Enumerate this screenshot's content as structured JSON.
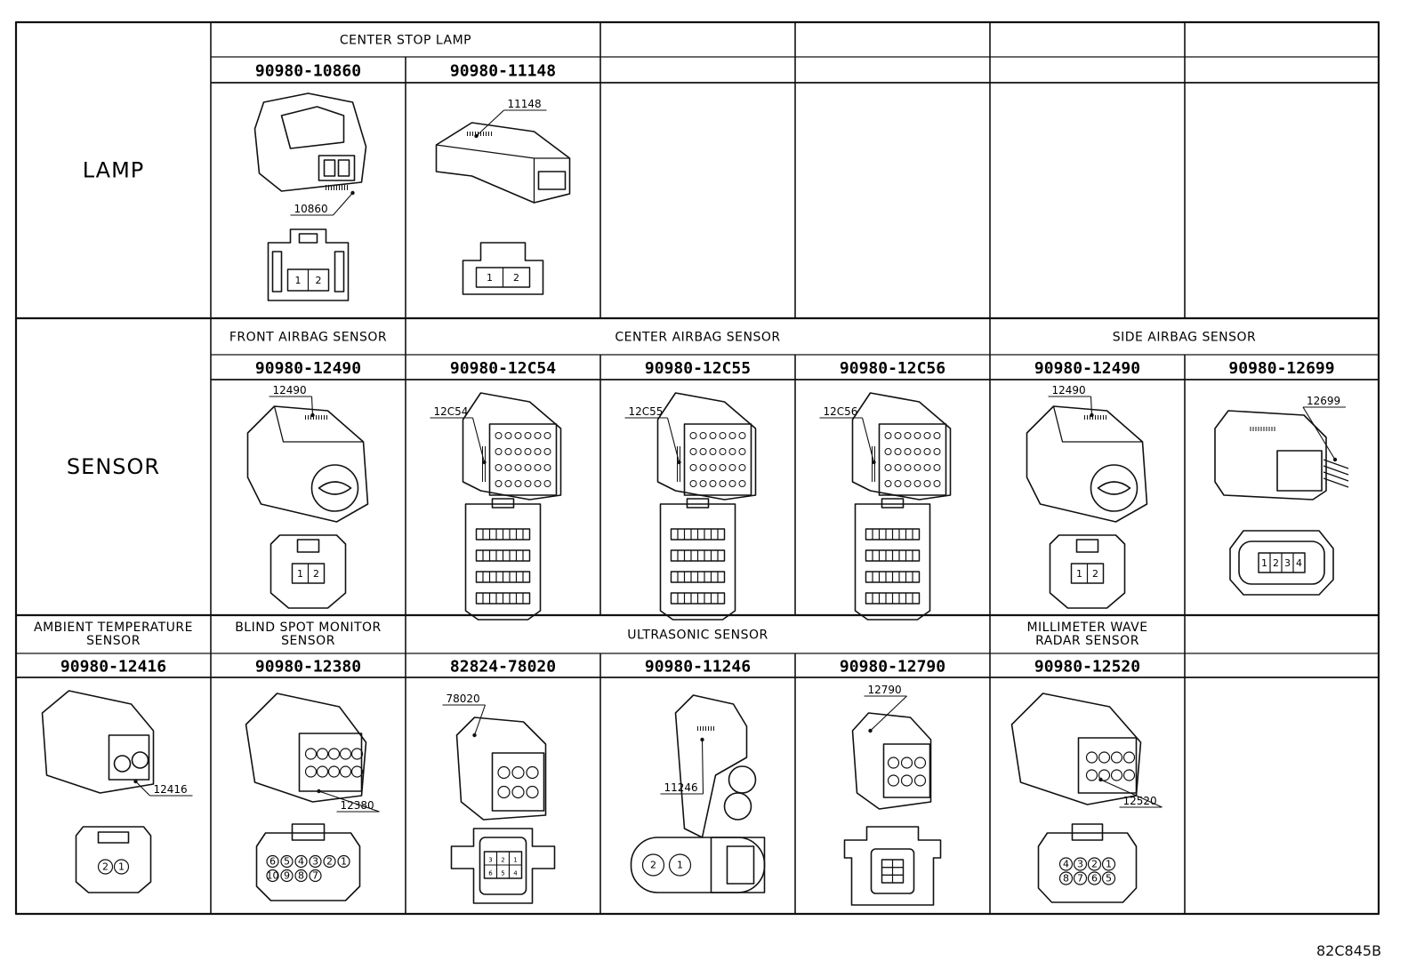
{
  "rows": [
    {
      "label": "LAMP",
      "cells": [
        {
          "col": 1,
          "span": 2,
          "title": "CENTER STOP LAMP"
        },
        {
          "col": 1,
          "part": "90980-10860",
          "callout": "10860",
          "style": "lamp1",
          "pins": [
            "1",
            "2"
          ]
        },
        {
          "col": 2,
          "part": "90980-11148",
          "callout": "11148",
          "style": "lamp2",
          "pins": [
            "1",
            "2"
          ]
        }
      ]
    },
    {
      "label": "SENSOR",
      "cells": [
        {
          "col": 1,
          "span": 1,
          "title": "FRONT AIRBAG SENSOR"
        },
        {
          "col": 2,
          "span": 3,
          "title": "CENTER AIRBAG SENSOR"
        },
        {
          "col": 5,
          "span": 2,
          "title": "SIDE AIRBAG SENSOR"
        },
        {
          "col": 1,
          "part": "90980-12490",
          "callout": "12490",
          "style": "airbag2",
          "pins": [
            "1",
            "2"
          ]
        },
        {
          "col": 2,
          "part": "90980-12C54",
          "callout": "12C54",
          "style": "multi"
        },
        {
          "col": 3,
          "part": "90980-12C55",
          "callout": "12C55",
          "style": "multi"
        },
        {
          "col": 4,
          "part": "90980-12C56",
          "callout": "12C56",
          "style": "multi"
        },
        {
          "col": 5,
          "part": "90980-12490",
          "callout": "12490",
          "style": "airbag2",
          "pins": [
            "1",
            "2"
          ]
        },
        {
          "col": 6,
          "part": "90980-12699",
          "callout": "12699",
          "style": "side4",
          "pins": [
            "1",
            "2",
            "3",
            "4"
          ]
        }
      ]
    },
    {
      "label": "",
      "cells": [
        {
          "col": 0,
          "span": 1,
          "title": "AMBIENT TEMPERATURE\nSENSOR"
        },
        {
          "col": 1,
          "span": 1,
          "title": "BLIND SPOT MONITOR\nSENSOR"
        },
        {
          "col": 2,
          "span": 3,
          "title": "ULTRASONIC SENSOR"
        },
        {
          "col": 5,
          "span": 1,
          "title": "MILLIMETER WAVE\nRADAR SENSOR"
        },
        {
          "col": 0,
          "part": "90980-12416",
          "callout": "12416",
          "style": "ambient",
          "pins": [
            "2",
            "1"
          ]
        },
        {
          "col": 1,
          "part": "90980-12380",
          "callout": "12380",
          "style": "bsm",
          "pins": [
            "6",
            "5",
            "4",
            "3",
            "2",
            "1",
            "10",
            "9",
            "8",
            "7"
          ]
        },
        {
          "col": 2,
          "part": "82824-78020",
          "callout": "78020",
          "style": "ultra6",
          "pins": [
            "3",
            "2",
            "1",
            "6",
            "5",
            "4"
          ]
        },
        {
          "col": 3,
          "part": "90980-11246",
          "callout": "11246",
          "style": "ultra2",
          "pins": [
            "2",
            "1"
          ]
        },
        {
          "col": 4,
          "part": "90980-12790",
          "callout": "12790",
          "style": "ultra6b",
          "pins": [
            "",
            "",
            "",
            "",
            "",
            ""
          ]
        },
        {
          "col": 5,
          "part": "90980-12520",
          "callout": "12520",
          "style": "radar",
          "pins": [
            "4",
            "3",
            "2",
            "1",
            "8",
            "7",
            "6",
            "5"
          ]
        }
      ]
    }
  ],
  "reference": "82C845B"
}
